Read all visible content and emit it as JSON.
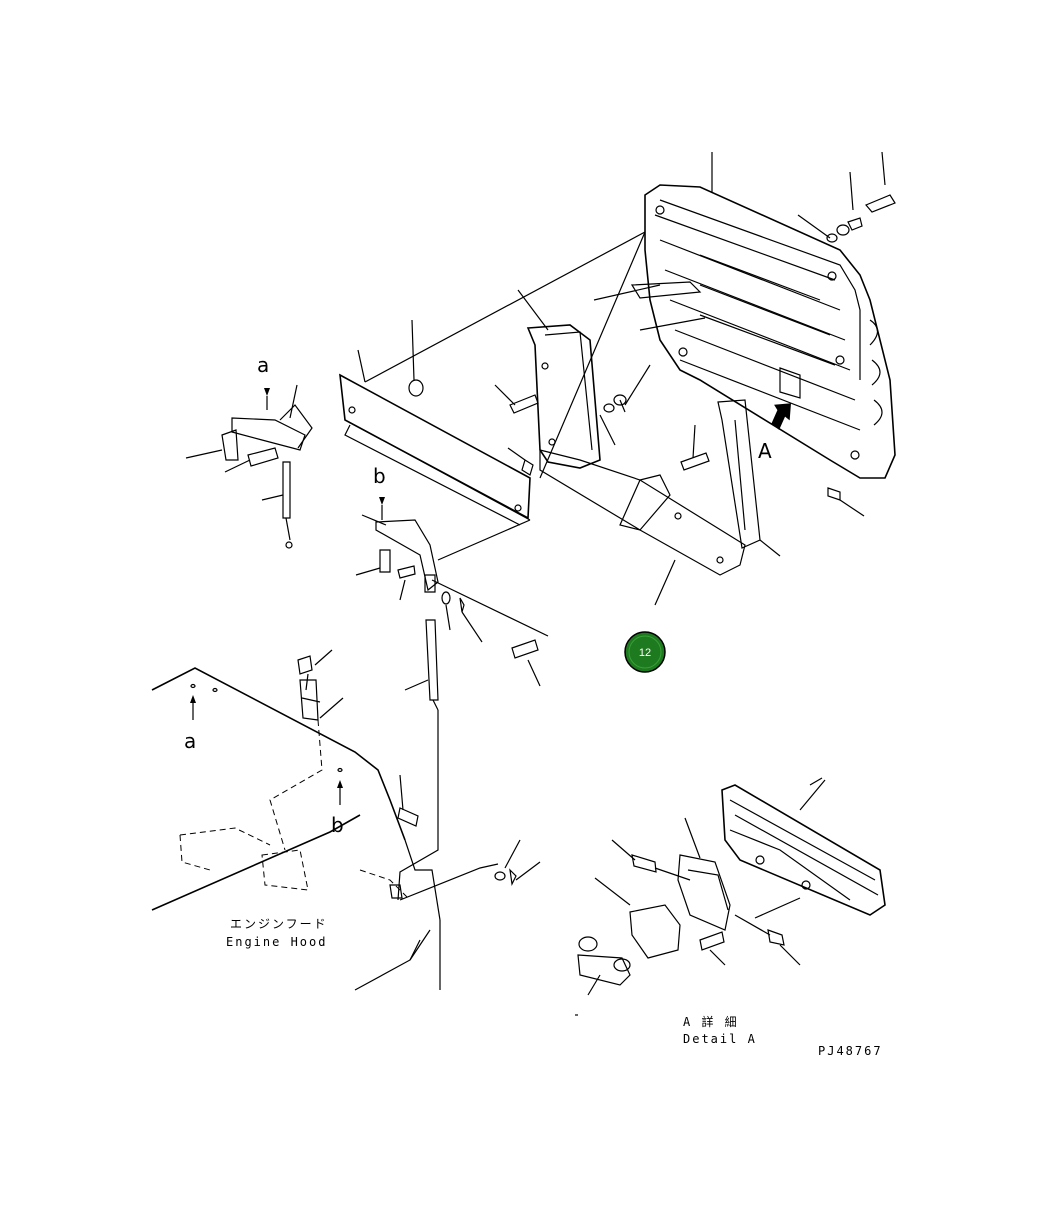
{
  "diagram": {
    "labels": {
      "engine_hood_jp": "エンジンフード",
      "engine_hood_en": "Engine Hood",
      "detail_a_jp": "A 詳 細",
      "detail_a_en": "Detail A",
      "part_code": "PJ48767",
      "view_arrow": "A",
      "ref_a_top": "a",
      "ref_a_bottom": "a",
      "ref_b_top": "b",
      "ref_b_bottom": "b"
    },
    "badge": {
      "number": "12",
      "color": "#1e7a1e"
    }
  }
}
